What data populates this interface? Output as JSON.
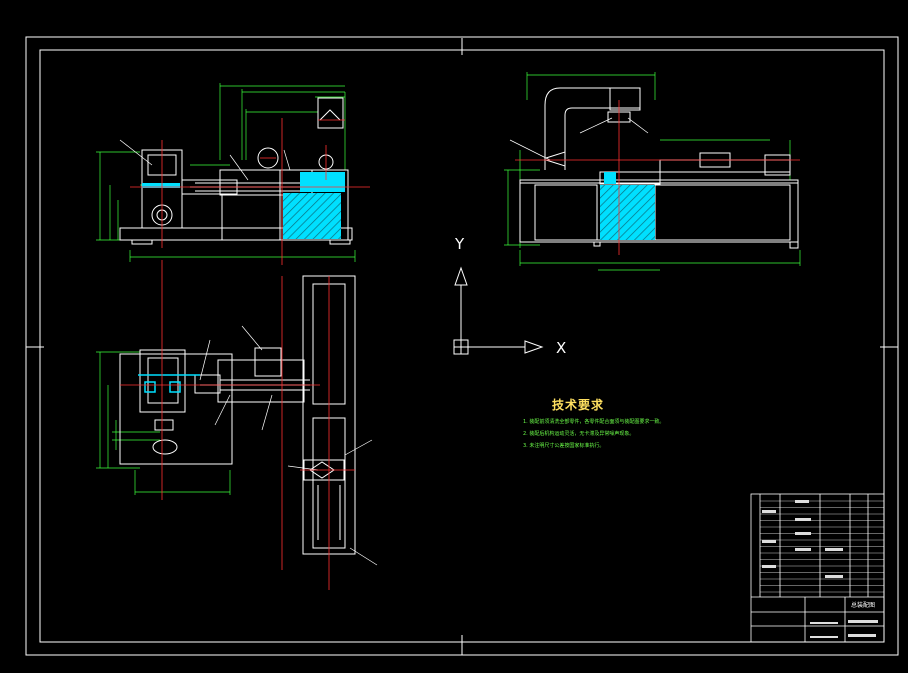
{
  "ucs": {
    "x_label": "X",
    "y_label": "Y"
  },
  "technical_requirements": {
    "title": "技术要求",
    "notes": [
      "1. 装配前须清洗全部零件，各零件配合面须与装配图要求一致。",
      "2. 装配后机构运动灵活，无卡滞及异常噪声现象。",
      "3. 未注明尺寸公差按国家标准执行。"
    ]
  },
  "title_block": {
    "drawing_name": "总装配图"
  },
  "colors": {
    "background": "#000000",
    "frame": "#ffffff",
    "dimension": "#3cff3c",
    "centerline": "#ff3030",
    "section_fill": "#00e0ff",
    "hatch": "#1a9aa8",
    "note_title": "#ffe060"
  },
  "icons": [
    "ucs-icon",
    "y-arrow-icon",
    "x-arrow-icon"
  ]
}
